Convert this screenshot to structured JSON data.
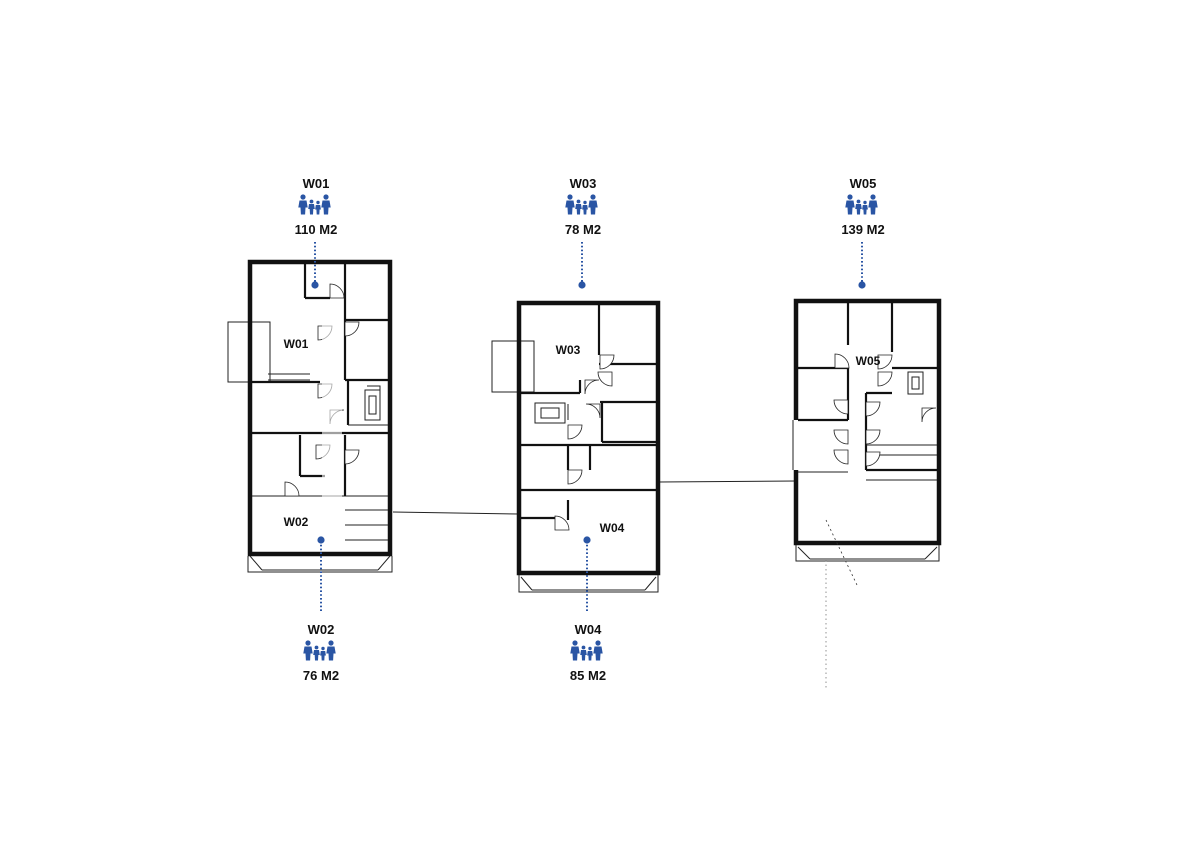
{
  "units": [
    {
      "id": "W01",
      "plan_label": "W01",
      "area": "110 M2",
      "family_icon": "family-icon"
    },
    {
      "id": "W02",
      "plan_label": "W02",
      "area": "76 M2",
      "family_icon": "family-icon"
    },
    {
      "id": "W03",
      "plan_label": "W03",
      "area": "78 M2",
      "family_icon": "family-icon"
    },
    {
      "id": "W04",
      "plan_label": "W04",
      "area": "85 M2",
      "family_icon": "family-icon"
    },
    {
      "id": "W05",
      "plan_label": "W05",
      "area": "139 M2",
      "family_icon": "family-icon"
    }
  ],
  "colors": {
    "accent": "#2a55a4",
    "walls": "#111111",
    "background": "#ffffff"
  }
}
